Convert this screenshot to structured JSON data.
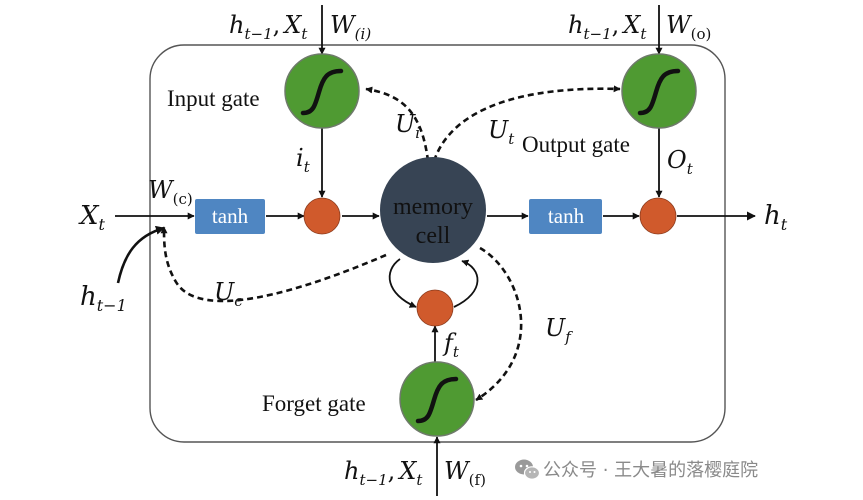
{
  "colors": {
    "gate_fill": "#4f9a32",
    "gate_stroke": "#6e7a6a",
    "sigmoid_stroke": "#111111",
    "multiply_node": "#d05a2c",
    "memory_cell_fill": "#374454",
    "tanh_box": "#4f86c2",
    "frame_stroke": "#555555",
    "wire": "#111111"
  },
  "memory_cell": {
    "line1": "memory",
    "line2": "cell"
  },
  "tanh_left": {
    "label": "tanh"
  },
  "tanh_right": {
    "label": "tanh"
  },
  "gates": {
    "input": {
      "label": "Input gate",
      "icon": "sigmoid-icon",
      "inputs": {
        "h": "h",
        "h_sub": "t−1",
        "comma": ",",
        "x": "X",
        "x_sub": "t",
        "w": "W",
        "w_sub": "(i)"
      },
      "activation": {
        "main": "i",
        "sub": "t"
      },
      "recurrent": {
        "main": "U",
        "sub": "i"
      }
    },
    "output": {
      "label": "Output gate",
      "icon": "sigmoid-icon",
      "inputs": {
        "h": "h",
        "h_sub": "t−1",
        "comma": ",",
        "x": "X",
        "x_sub": "t",
        "w": "W",
        "w_sub": "(o)"
      },
      "activation": {
        "main": "O",
        "sub": "t"
      },
      "recurrent": {
        "main": "U",
        "sub": "t"
      }
    },
    "forget": {
      "label": "Forget gate",
      "icon": "sigmoid-icon",
      "inputs": {
        "h": "h",
        "h_sub": "t−1",
        "comma": ",",
        "x": "X",
        "x_sub": "t",
        "w": "W",
        "w_sub": "(f)"
      },
      "activation": {
        "main": "f",
        "sub": "t"
      },
      "recurrent": {
        "main": "U",
        "sub": "f"
      }
    }
  },
  "candidate": {
    "weight": {
      "main": "W",
      "sub": "(c)"
    },
    "recurrent": {
      "main": "U",
      "sub": "c"
    }
  },
  "external": {
    "x_in": {
      "main": "X",
      "sub": "t"
    },
    "h_prev": {
      "main": "h",
      "sub": "t−1"
    },
    "h_out": {
      "main": "h",
      "sub": "t"
    }
  },
  "watermark": {
    "text": "公众号 · 王大暑的落樱庭院",
    "icon": "wechat-icon"
  }
}
